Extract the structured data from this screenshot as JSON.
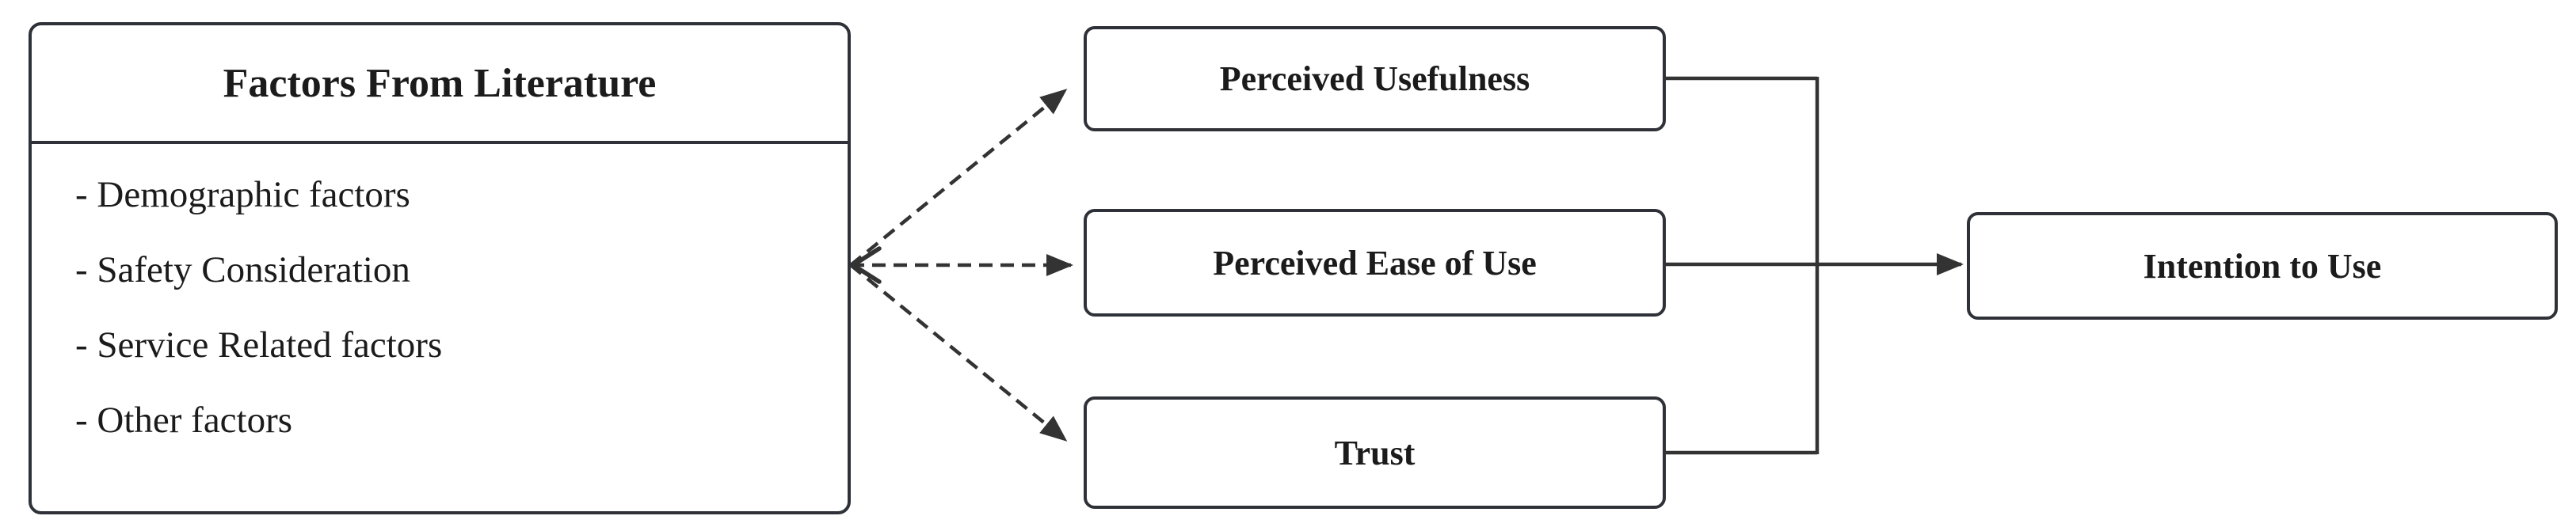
{
  "figure": {
    "left_box": {
      "title": "Factors From Literature",
      "items": [
        "- Demographic factors",
        "- Safety Consideration",
        "- Service Related factors",
        "- Other factors"
      ]
    },
    "mediators": [
      {
        "label": "Perceived Usefulness"
      },
      {
        "label": "Perceived Ease of Use"
      },
      {
        "label": "Trust"
      }
    ],
    "outcome": {
      "label": "Intention to Use"
    },
    "edges": [
      {
        "from": "Factors From Literature",
        "to": "Perceived Usefulness",
        "style": "dashed-arrow"
      },
      {
        "from": "Factors From Literature",
        "to": "Perceived Ease of Use",
        "style": "dashed-arrow"
      },
      {
        "from": "Factors From Literature",
        "to": "Trust",
        "style": "dashed-arrow"
      },
      {
        "from": "Perceived Usefulness",
        "to": "Intention to Use",
        "style": "solid"
      },
      {
        "from": "Perceived Ease of Use",
        "to": "Intention to Use",
        "style": "solid-arrow"
      },
      {
        "from": "Trust",
        "to": "Intention to Use",
        "style": "solid"
      }
    ],
    "colors": {
      "border": "#2e3238",
      "connector": "#333333",
      "text": "#1b1b1b",
      "background": "#ffffff"
    }
  }
}
